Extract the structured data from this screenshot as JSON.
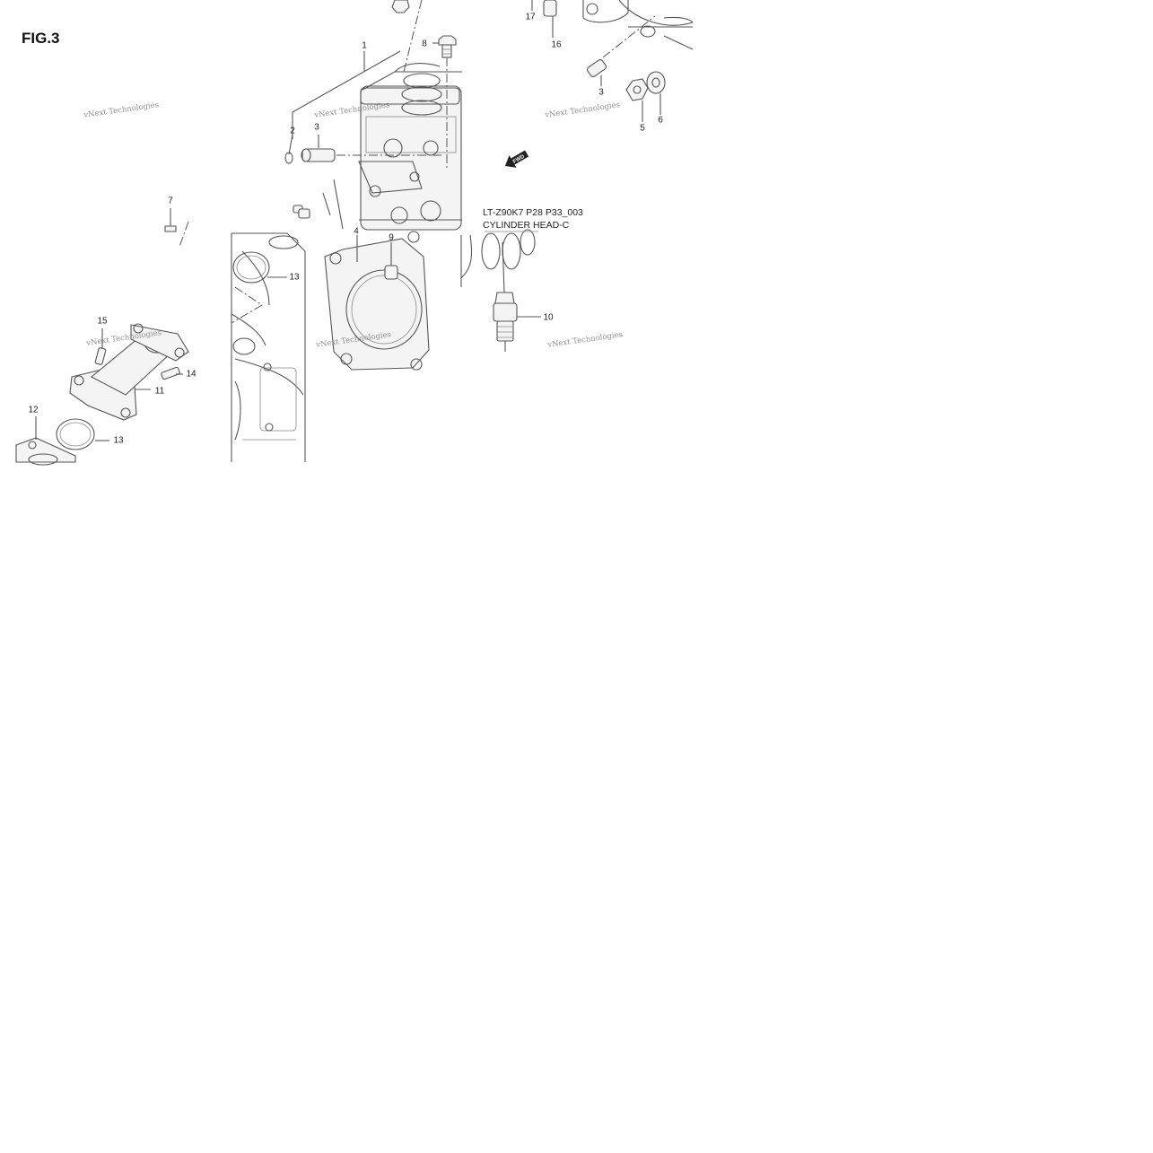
{
  "figure": {
    "title": "FIG.3",
    "caption_code": "LT-Z90K7 P28 P33_003",
    "caption_name": "CYLINDER HEAD-C",
    "fwd_label": "FWD"
  },
  "watermark": "vNext Technologies",
  "callouts": [
    "1",
    "2",
    "3",
    "3",
    "4",
    "5",
    "6",
    "7",
    "8",
    "9",
    "10",
    "11",
    "12",
    "13",
    "13",
    "14",
    "15",
    "16",
    "17"
  ],
  "colors": {
    "line": "#555555",
    "text": "#222222",
    "watermark": "#7c7c7c"
  }
}
